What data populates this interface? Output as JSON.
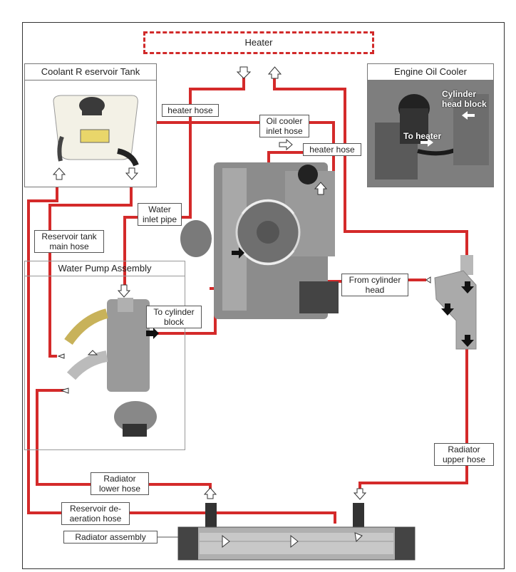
{
  "labels": {
    "heater": "Heater",
    "coolant_tank": "Coolant R eservoir Tank",
    "oil_cooler_panel": "Engine Oil Cooler",
    "heater_hose_top": "heater hose",
    "oil_cooler_inlet": "Oil cooler\ninlet hose",
    "heater_hose_mid": "heater hose",
    "water_inlet_pipe": "Water\ninlet pipe",
    "reservoir_main_hose": "Reservoir tank\nmain hose",
    "water_pump_assembly": "Water Pump Assembly",
    "to_cylinder_block": "To cylinder\nblock",
    "from_cylinder_head": "From cylinder\nhead",
    "radiator_upper_hose": "Radiator\nupper hose",
    "radiator_lower_hose": "Radiator\nlower hose",
    "reservoir_deaeration": "Reservoir de-\naeration hose",
    "radiator_assembly": "Radiator assembly",
    "photo_cylinder_head_block": "Cylinder\nhead block",
    "photo_to_heater": "To heater"
  },
  "colors": {
    "hose": "#d42a2a",
    "line": "#555555"
  }
}
